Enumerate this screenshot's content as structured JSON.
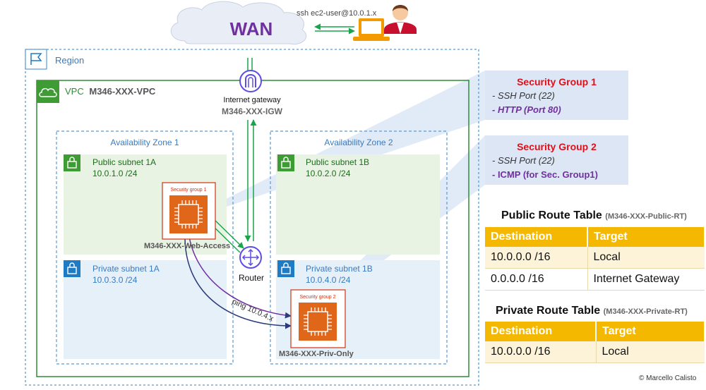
{
  "wan": {
    "label": "WAN"
  },
  "user": {
    "ssh_command": "ssh ec2-user@10.0.1.x"
  },
  "region": {
    "label": "Region"
  },
  "vpc": {
    "prefix": "VPC",
    "name": "M346-XXX-VPC"
  },
  "igw": {
    "label": "Internet gateway",
    "name": "M346-XXX-IGW"
  },
  "az1": {
    "label": "Availability Zone 1"
  },
  "az2": {
    "label": "Availability Zone 2"
  },
  "subnets": {
    "public_1a": {
      "name": "Public subnet 1A",
      "cidr": "10.0.1.0 /24"
    },
    "public_1b": {
      "name": "Public subnet 1B",
      "cidr": "10.0.2.0 /24"
    },
    "private_1a": {
      "name": "Private subnet 1A",
      "cidr": "10.0.3.0 /24"
    },
    "private_1b": {
      "name": "Private subnet 1B",
      "cidr": "10.0.4.0 /24"
    }
  },
  "instances": {
    "web": {
      "sg_label": "Security group 1",
      "name": "M346-XXX-Web-Access"
    },
    "priv": {
      "sg_label": "Security group 2",
      "name": "M346-XXX-Priv-Only"
    }
  },
  "router": {
    "label": "Router"
  },
  "ping": {
    "label": "ping 10.0.4.x"
  },
  "security_groups": [
    {
      "title": "Security Group 1",
      "rules": [
        "- SSH Port (22)",
        "- HTTP (Port 80)"
      ]
    },
    {
      "title": "Security Group 2",
      "rules": [
        "- SSH Port (22)",
        "- ICMP (for Sec. Group1)"
      ]
    }
  ],
  "public_route_table": {
    "title": "Public Route Table",
    "subtitle": "(M346-XXX-Public-RT)",
    "headers": [
      "Destination",
      "Target"
    ],
    "rows": [
      [
        "10.0.0.0 /16",
        "Local"
      ],
      [
        "0.0.0.0 /16",
        "Internet Gateway"
      ]
    ]
  },
  "private_route_table": {
    "title": "Private Route Table",
    "subtitle": "(M346-XXX-Private-RT)",
    "headers": [
      "Destination",
      "Target"
    ],
    "rows": [
      [
        "10.0.0.0 /16",
        "Local"
      ]
    ]
  },
  "copyright": "© Marcello Calisto",
  "colors": {
    "region_border": "#5a9bd5",
    "vpc_border": "#2e8b3a",
    "az_border": "#5a9bd5",
    "public_subnet_bg": "#e9f3e4",
    "private_subnet_bg": "#e6f0f8",
    "subnet_icon_green": "#3f9c35",
    "subnet_icon_blue": "#1e7bc4",
    "ec2_orange": "#e0661a",
    "sg_red": "#d13212",
    "wan_purple": "#7030a0",
    "router_purple": "#5c4ee5",
    "arrow_green": "#19a64a",
    "arrow_navy": "#2a3a7a",
    "table_header": "#f5b800",
    "sg_panel_bg": "#dde6f5"
  }
}
